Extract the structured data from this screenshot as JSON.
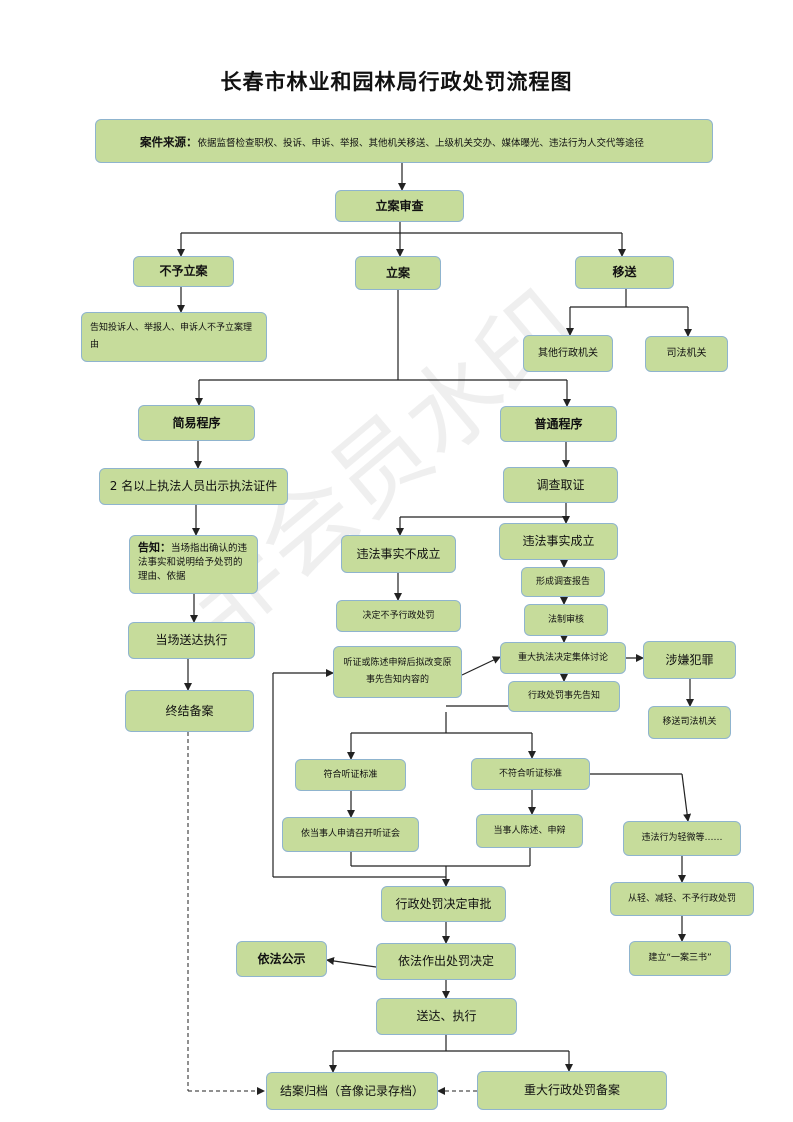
{
  "title": "长春市林业和园林局行政处罚流程图",
  "watermark": "非会员水印",
  "nodes": {
    "source_label": "案件来源：",
    "source_text": "依据监督检查职权、投诉、申诉、举报、其他机关移送、上级机关交办、媒体曝光、违法行为人交代等途径",
    "review": "立案审查",
    "no_case": "不予立案",
    "case": "立案",
    "transfer": "移送",
    "notify_no_case": "告知投诉人、举报人、申诉人不予立案理由",
    "other_org": "其他行政机关",
    "judicial_org": "司法机关",
    "simple": "简易程序",
    "normal": "普通程序",
    "show_cert": "2 名以上执法人员出示执法证件",
    "investigate": "调查取证",
    "notify_label": "告知：",
    "notify_text": "当场指出确认的违法事实和说明给予处罚的理由、依据",
    "facts_not_established": "违法事实不成立",
    "facts_established": "违法事实成立",
    "investigation_report": "形成调查报告",
    "legal_review": "法制审核",
    "decide_no_penalty": "决定不予行政处罚",
    "major_discussion": "重大执法决定集体讨论",
    "suspected_crime": "涉嫌犯罪",
    "onsite_execute": "当场送达执行",
    "hearing_changed": "听证或陈述申辩后拟改变原事先告知内容的",
    "prior_notice": "行政处罚事先告知",
    "transfer_judicial": "移送司法机关",
    "close_record": "终结备案",
    "meets_hearing": "符合听证标准",
    "not_meets_hearing": "不符合听证标准",
    "party_hearing": "依当事人申请召开听证会",
    "party_statement": "当事人陈述、申辩",
    "minor_violation": "违法行为轻微等……",
    "decision_approval": "行政处罚决定审批",
    "lenient": "从轻、减轻、不予行政处罚",
    "publicize": "依法公示",
    "make_decision": "依法作出处罚决定",
    "one_case_three_docs": "建立“一案三书”",
    "deliver_execute": "送达、执行",
    "archive": "结案归档（音像记录存档）",
    "major_filing": "重大行政处罚备案"
  }
}
